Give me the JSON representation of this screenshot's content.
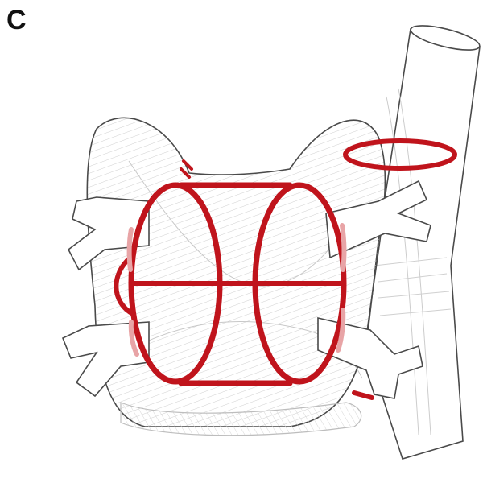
{
  "panel": {
    "label": "C"
  },
  "colors": {
    "ablation_line": "#c0141c",
    "ablation_faint": "#e8a4a6",
    "outline": "#4a4a4a",
    "fiber": "#bdbdbd",
    "background": "#ffffff"
  },
  "figure": {
    "subject": "left-atrium-illustration",
    "structures": [
      "atrial-body",
      "left-atrial-appendage",
      "superior-vena-cava",
      "pulmonary-vein-left-superior",
      "pulmonary-vein-left-inferior",
      "pulmonary-vein-right-superior",
      "pulmonary-vein-right-inferior",
      "coronary-sinus"
    ],
    "lesion_set": [
      "left-pv-encircling-ring",
      "right-pv-encircling-ring",
      "roof-line",
      "floor-line",
      "connecting-line",
      "svc-ring",
      "appendage-line",
      "mitral-isthmus-line",
      "coronary-sinus-mark"
    ]
  }
}
